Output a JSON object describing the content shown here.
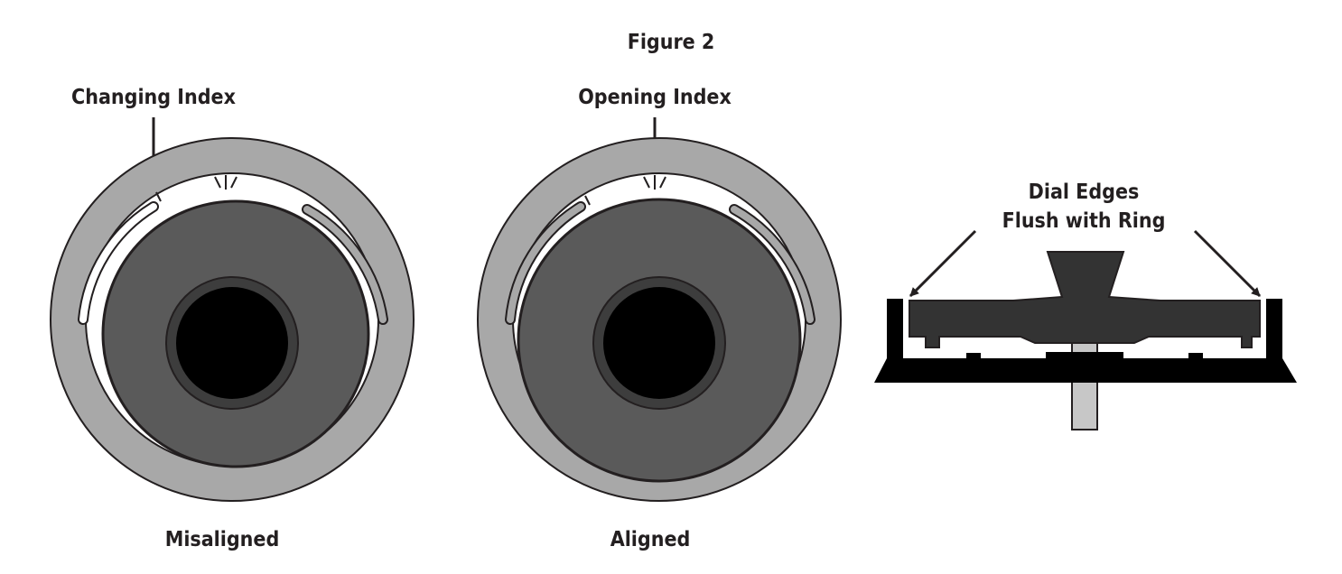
{
  "figure": {
    "title": "Figure 2",
    "colors": {
      "ink": "#231f20",
      "ring": "#a8a8a8",
      "dial_face": "#5a5a5a",
      "dial_inner_ring": "#3d3d3d",
      "hub": "#000000",
      "side_dial": "#333333",
      "spindle": "#c7c7c7"
    },
    "panels": [
      {
        "id": "misaligned",
        "top_label": "Changing Index",
        "bottom_label": "Misaligned"
      },
      {
        "id": "aligned",
        "top_label": "Opening Index",
        "bottom_label": "Aligned"
      },
      {
        "id": "side-view",
        "callout_lines": [
          "Dial Edges",
          "Flush with Ring"
        ]
      }
    ]
  }
}
